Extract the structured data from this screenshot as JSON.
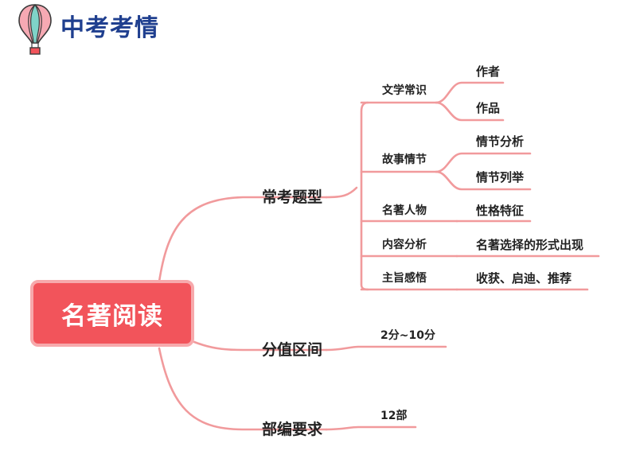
{
  "header": {
    "title": "中考考情",
    "icon": "hot-air-balloon-icon"
  },
  "mindmap": {
    "root": "名著阅读",
    "branches": [
      {
        "label": "常考题型",
        "children": [
          {
            "label": "文学常识",
            "children": [
              "作者",
              "作品"
            ]
          },
          {
            "label": "故事情节",
            "children": [
              "情节分析",
              "情节列举"
            ]
          },
          {
            "label": "名著人物",
            "children": [
              "性格特征"
            ]
          },
          {
            "label": "内容分析",
            "children": [
              "名著选择的形式出现"
            ]
          },
          {
            "label": "主旨感悟",
            "children": [
              "收获、启迪、推荐"
            ]
          }
        ]
      },
      {
        "label": "分值区间",
        "children": [
          {
            "label": "2分~10分"
          }
        ]
      },
      {
        "label": "部编要求",
        "children": [
          {
            "label": "12部"
          }
        ]
      }
    ]
  },
  "colors": {
    "title": "#1f3f8f",
    "root_fill": "#f2545b",
    "root_border": "#f7a9ac",
    "connector": "#f19a9c"
  }
}
